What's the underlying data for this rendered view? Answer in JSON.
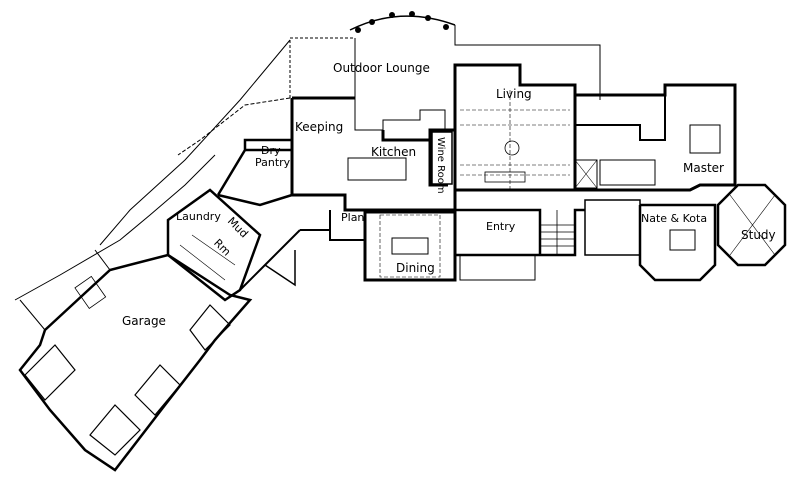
{
  "title": "Floor Plan",
  "rooms": {
    "outdoor_lounge": "Outdoor Lounge",
    "living": "Living",
    "keeping": "Keeping",
    "dry_pantry_1": "Dry",
    "dry_pantry_2": "Pantry",
    "kitchen": "Kitchen",
    "wine_room": "Wine Room",
    "master": "Master",
    "laundry": "Laundry",
    "mud": "Mud",
    "rm": "Rm",
    "plan": "Plan",
    "entry": "Entry",
    "dining": "Dining",
    "nate_kota": "Nate & Kota",
    "study": "Study",
    "garage": "Garage"
  },
  "colors": {
    "wall": "#000000",
    "background": "#ffffff",
    "detail": "#555555"
  }
}
